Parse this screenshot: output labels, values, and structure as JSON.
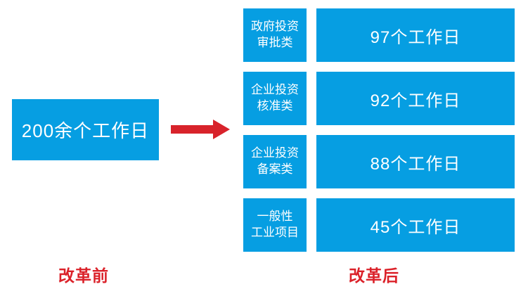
{
  "colors": {
    "box_blue": "#069EE2",
    "arrow_red": "#D8232B",
    "caption_red": "#DB2129",
    "text_white": "#FFFFFF"
  },
  "before": {
    "value": "200余个工作日"
  },
  "after": {
    "rows": [
      {
        "category": "政府投资\n审批类",
        "value": "97个工作日"
      },
      {
        "category": "企业投资\n核准类",
        "value": "92个工作日"
      },
      {
        "category": "企业投资\n备案类",
        "value": "88个工作日"
      },
      {
        "category": "一般性\n工业项目",
        "value": "45个工作日"
      }
    ]
  },
  "captions": {
    "before": "改革前",
    "after": "改革后"
  }
}
